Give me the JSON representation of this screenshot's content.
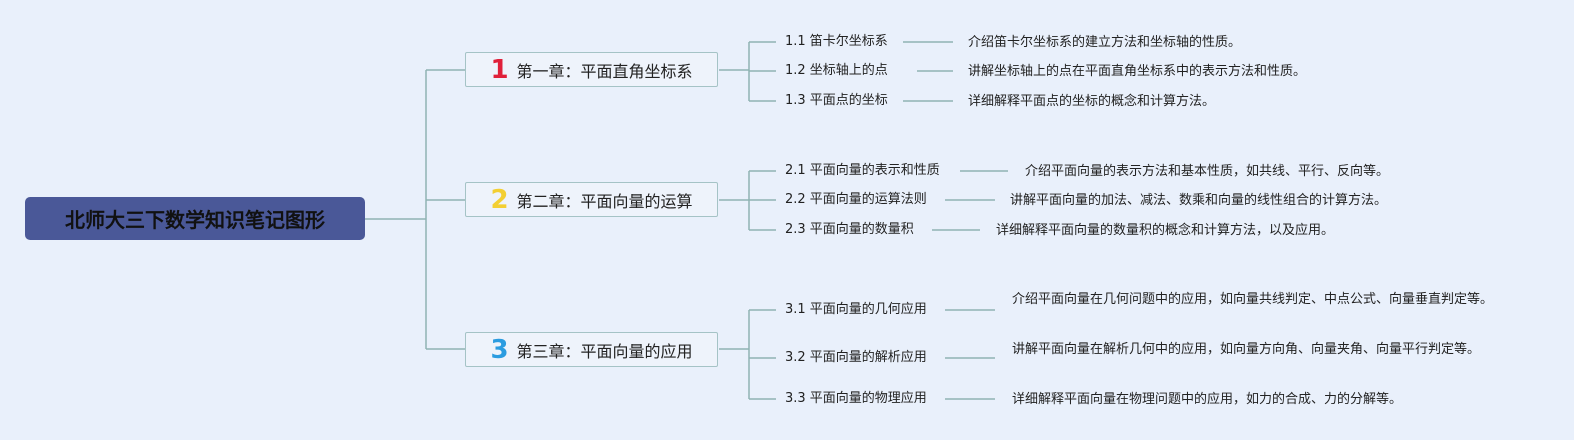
{
  "root": {
    "title": "北师大三下数学知识笔记图形"
  },
  "colors": {
    "line": "#8fb3b3",
    "root_bg": "#4a5898",
    "num1": "#e0203a",
    "num2": "#f3cf33",
    "num3": "#2b9ce0"
  },
  "chapters": [
    {
      "num": "1",
      "title": "第一章：平面直角坐标系",
      "sections": [
        {
          "label": "1.1 笛卡尔坐标系",
          "desc": "介绍笛卡尔坐标系的建立方法和坐标轴的性质。"
        },
        {
          "label": "1.2 坐标轴上的点",
          "desc": "讲解坐标轴上的点在平面直角坐标系中的表示方法和性质。"
        },
        {
          "label": "1.3 平面点的坐标",
          "desc": "详细解释平面点的坐标的概念和计算方法。"
        }
      ]
    },
    {
      "num": "2",
      "title": "第二章：平面向量的运算",
      "sections": [
        {
          "label": "2.1 平面向量的表示和性质",
          "desc": "介绍平面向量的表示方法和基本性质，如共线、平行、反向等。"
        },
        {
          "label": "2.2 平面向量的运算法则",
          "desc": "讲解平面向量的加法、减法、数乘和向量的线性组合的计算方法。"
        },
        {
          "label": "2.3 平面向量的数量积",
          "desc": "详细解释平面向量的数量积的概念和计算方法，以及应用。"
        }
      ]
    },
    {
      "num": "3",
      "title": "第三章：平面向量的应用",
      "sections": [
        {
          "label": "3.1 平面向量的几何应用",
          "desc": "介绍平面向量在几何问题中的应用，如向量共线判定、中点公式、向量垂直判定等。"
        },
        {
          "label": "3.2 平面向量的解析应用",
          "desc": "讲解平面向量在解析几何中的应用，如向量方向角、向量夹角、向量平行判定等。"
        },
        {
          "label": "3.3 平面向量的物理应用",
          "desc": "详细解释平面向量在物理问题中的应用，如力的合成、力的分解等。"
        }
      ]
    }
  ]
}
